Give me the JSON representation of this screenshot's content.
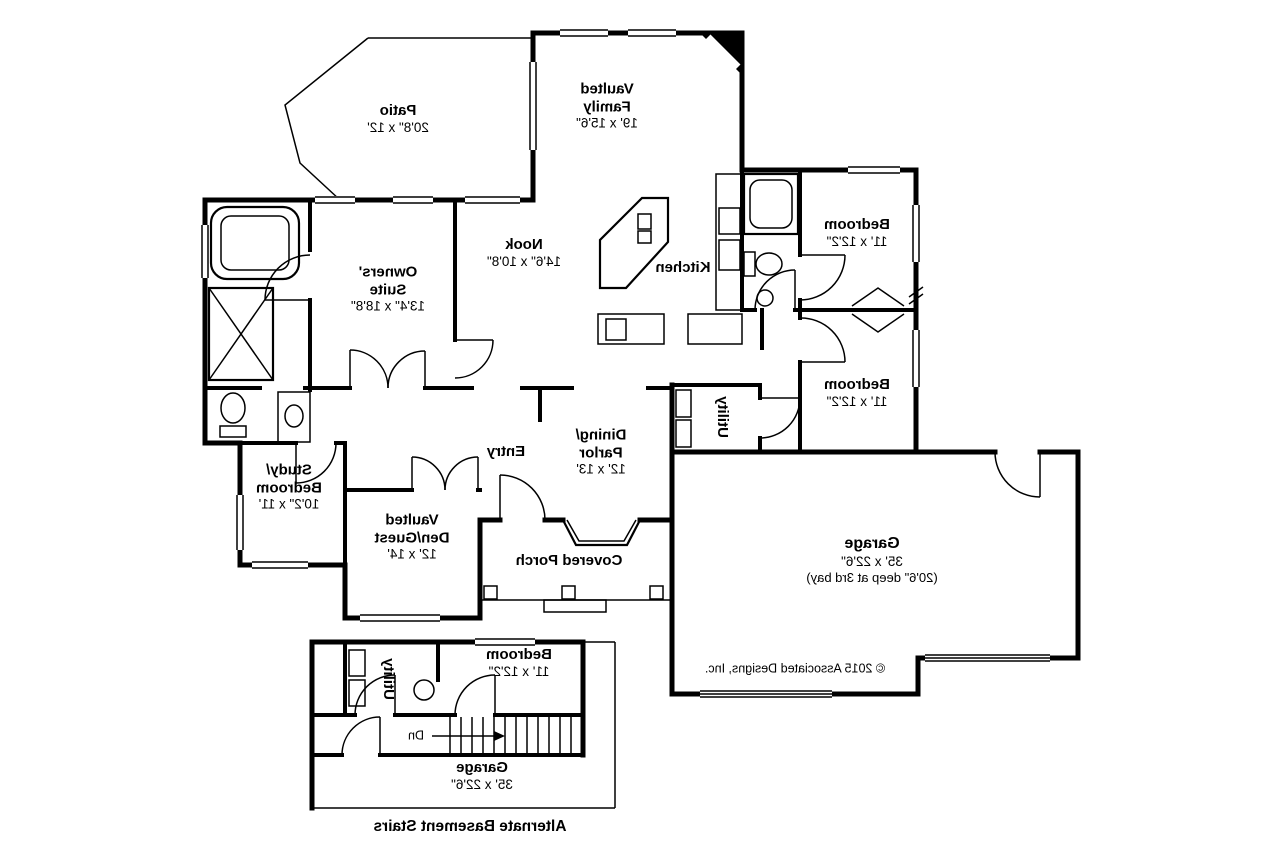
{
  "plan": {
    "rooms": {
      "patio": {
        "lines": [
          "Patio"
        ],
        "dims": "20'8\" x 12'"
      },
      "family": {
        "lines": [
          "Vaulted",
          "Family"
        ],
        "dims": "19' x 15'6\""
      },
      "nook": {
        "lines": [
          "Nook"
        ],
        "dims": "14'6\" x 10'8\""
      },
      "kitchen": {
        "lines": [
          "Kitchen"
        ]
      },
      "bedroom_top": {
        "lines": [
          "Bedroom"
        ],
        "dims": "11' x 12'2\""
      },
      "owners_suite": {
        "lines": [
          "Owners'",
          "Suite"
        ],
        "dims": "13'4\" x 18'8\""
      },
      "bedroom_mid": {
        "lines": [
          "Bedroom"
        ],
        "dims": "11' x 12'2\""
      },
      "utility": {
        "lines": [
          "Utility"
        ]
      },
      "dining": {
        "lines": [
          "Dining/",
          "Parlor"
        ],
        "dims": "12' x 13'"
      },
      "entry": {
        "lines": [
          "Entry"
        ]
      },
      "study": {
        "lines": [
          "Study/",
          "Bedroom"
        ],
        "dims": "10'2\" x 11'"
      },
      "den": {
        "lines": [
          "Vaulted",
          "Den/Guest"
        ],
        "dims": "12' x 14'"
      },
      "porch": {
        "lines": [
          "Covered Porch"
        ]
      },
      "garage": {
        "lines": [
          "Garage"
        ],
        "dims": "35' x 22'6\"",
        "note": "(20'6\" deep at 3rd bay)"
      }
    },
    "copyright": "© 2015 Associated Designs, Inc.",
    "inset": {
      "bedroom": {
        "lines": [
          "Bedroom"
        ],
        "dims": "11' x 12'2\""
      },
      "utility": {
        "lines": [
          "Utility"
        ]
      },
      "stairs_label": "Dn",
      "garage": {
        "lines": [
          "Garage"
        ],
        "dims": "35' x 22'6\""
      },
      "caption": "Alternate Basement Stairs"
    },
    "colors": {
      "wall": "#000000",
      "background": "#ffffff"
    }
  }
}
